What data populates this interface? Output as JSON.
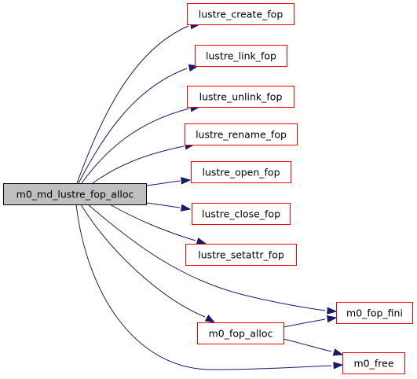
{
  "graph": {
    "colors": {
      "edge": "#191970",
      "node_border": "#ff0000",
      "root_fill": "#bfbfbf",
      "root_border": "#000000",
      "node_fill": "#ffffff"
    },
    "nodes": [
      {
        "id": "m0_md_lustre_fop_alloc",
        "label": "m0_md_lustre_fop_alloc",
        "root": true
      },
      {
        "id": "lustre_create_fop",
        "label": "lustre_create_fop"
      },
      {
        "id": "lustre_link_fop",
        "label": "lustre_link_fop"
      },
      {
        "id": "lustre_unlink_fop",
        "label": "lustre_unlink_fop"
      },
      {
        "id": "lustre_rename_fop",
        "label": "lustre_rename_fop"
      },
      {
        "id": "lustre_open_fop",
        "label": "lustre_open_fop"
      },
      {
        "id": "lustre_close_fop",
        "label": "lustre_close_fop"
      },
      {
        "id": "lustre_setattr_fop",
        "label": "lustre_setattr_fop"
      },
      {
        "id": "m0_fop_fini",
        "label": "m0_fop_fini"
      },
      {
        "id": "m0_fop_alloc",
        "label": "m0_fop_alloc"
      },
      {
        "id": "m0_free",
        "label": "m0_free"
      }
    ],
    "edges": [
      {
        "from": "m0_md_lustre_fop_alloc",
        "to": "lustre_create_fop"
      },
      {
        "from": "m0_md_lustre_fop_alloc",
        "to": "lustre_link_fop"
      },
      {
        "from": "m0_md_lustre_fop_alloc",
        "to": "lustre_unlink_fop"
      },
      {
        "from": "m0_md_lustre_fop_alloc",
        "to": "lustre_rename_fop"
      },
      {
        "from": "m0_md_lustre_fop_alloc",
        "to": "lustre_open_fop"
      },
      {
        "from": "m0_md_lustre_fop_alloc",
        "to": "lustre_close_fop"
      },
      {
        "from": "m0_md_lustre_fop_alloc",
        "to": "lustre_setattr_fop"
      },
      {
        "from": "m0_md_lustre_fop_alloc",
        "to": "m0_fop_fini"
      },
      {
        "from": "m0_md_lustre_fop_alloc",
        "to": "m0_fop_alloc"
      },
      {
        "from": "m0_md_lustre_fop_alloc",
        "to": "m0_free"
      },
      {
        "from": "m0_fop_alloc",
        "to": "m0_fop_fini"
      },
      {
        "from": "m0_fop_alloc",
        "to": "m0_free"
      }
    ]
  }
}
